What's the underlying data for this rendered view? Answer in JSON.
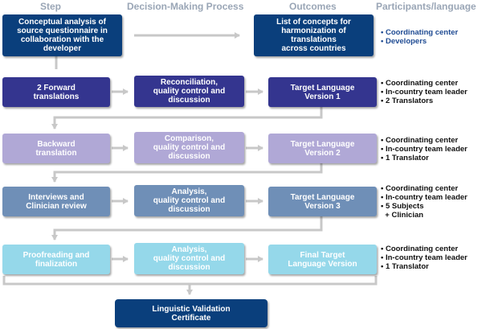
{
  "headers": {
    "step": "Step",
    "process": "Decision-Making Process",
    "outcomes": "Outcomes",
    "participants": "Participants/language"
  },
  "row0": {
    "step": "Conceptual analysis of\nsource questionnaire in\ncollaboration with the\ndeveloper",
    "outcome": "List of concepts for\nharmonization of\ntranslations\nacross countries",
    "participants": [
      "• Coordinating center",
      "• Developers"
    ]
  },
  "row1": {
    "step": "2 Forward\ntranslations",
    "process": "Reconciliation,\nquality control and\ndiscussion",
    "outcome": "Target Language\nVersion 1",
    "participants": [
      "• Coordinating center",
      "• In-country team leader",
      "• 2 Translators"
    ]
  },
  "row2": {
    "step": "Backward\ntranslation",
    "process": "Comparison,\nquality control and\ndiscussion",
    "outcome": "Target  Language\nVersion 2",
    "participants": [
      "• Coordinating center",
      "• In-country team leader",
      "• 1 Translator"
    ]
  },
  "row3": {
    "step": "Interviews and\nClinician review",
    "process": "Analysis,\nquality control and\ndiscussion",
    "outcome": "Target Language\nVersion 3",
    "participants": [
      "• Coordinating center",
      "• In-country team leader",
      "• 5 Subjects",
      "  + Clinician"
    ]
  },
  "row4": {
    "step": "Proofreading and\nfinalization",
    "process": "Analysis,\nquality control and\ndiscussion",
    "outcome": "Final Target\nLanguage Version",
    "participants": [
      "• Coordinating center",
      "• In-country team leader",
      "• 1 Translator"
    ]
  },
  "final": {
    "label": "Linguistic Validation\nCertificate"
  },
  "colors": {
    "dark_navy": "#0a3f7c",
    "purple": "#34358f",
    "lavender": "#b0a8d6",
    "steel_blue": "#6f8fb7",
    "light_cyan": "#95d8ea",
    "arrow_gray": "#c8c8c8",
    "header_gray": "#9aa6b6"
  }
}
